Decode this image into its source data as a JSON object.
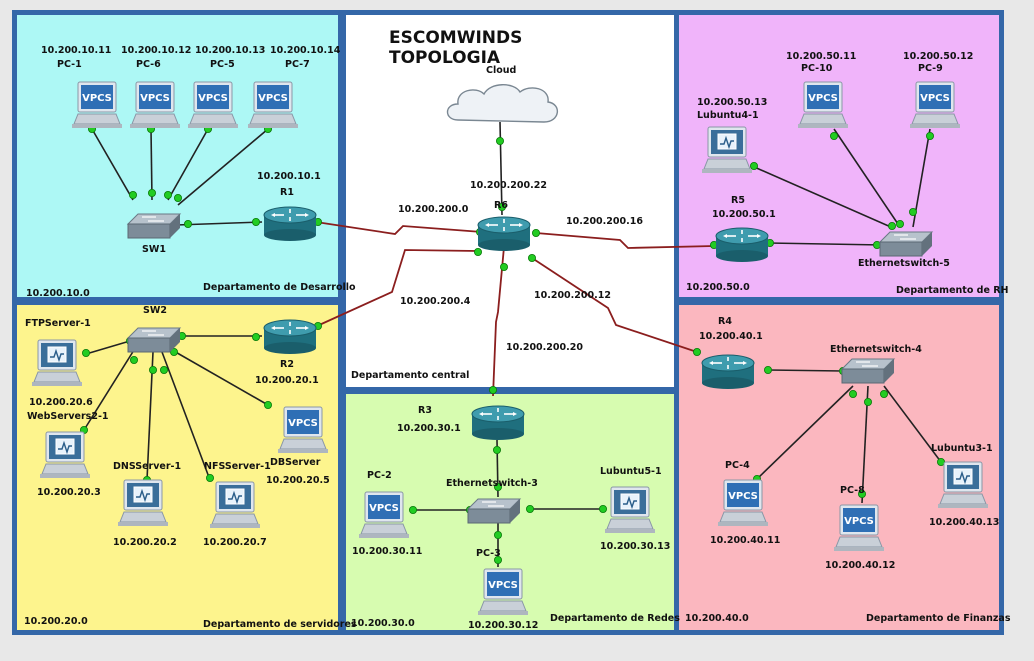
{
  "title": "ESCOMWINDS TOPOLOGIA",
  "colors": {
    "border": "#3467a8",
    "desarrollo": "#adf8f5",
    "central": "#ffffff",
    "rh": "#f0b4fa",
    "servidores": "#fdf48d",
    "redes": "#d7fcb0",
    "finanzas": "#fbb7bf",
    "link": "#222222",
    "serial": "#8b1e1e",
    "port": "#22cc22"
  },
  "zones": {
    "desarrollo": {
      "name": "Departamento de Desarrollo",
      "network": "10.200.10.0"
    },
    "central": {
      "name": "Departamento central"
    },
    "rh": {
      "name": "Departamento de RH",
      "network": "10.200.50.0"
    },
    "servidores": {
      "name": "Departamento de servidores",
      "network": "10.200.20.0"
    },
    "redes": {
      "name": "Departamento de Redes",
      "network": "10.200.30.0"
    },
    "finanzas": {
      "name": "Departamento de Finanzas",
      "network": "10.200.40.0"
    }
  },
  "devices": {
    "pc1": {
      "name": "PC-1",
      "ip": "10.200.10.11",
      "icon": "vpcs-icon",
      "badge": "VPCS"
    },
    "pc6": {
      "name": "PC-6",
      "ip": "10.200.10.12",
      "icon": "vpcs-icon",
      "badge": "VPCS"
    },
    "pc5": {
      "name": "PC-5",
      "ip": "10.200.10.13",
      "icon": "vpcs-icon",
      "badge": "VPCS"
    },
    "pc7": {
      "name": "PC-7",
      "ip": "10.200.10.14",
      "icon": "vpcs-icon",
      "badge": "VPCS"
    },
    "sw1": {
      "name": "SW1",
      "icon": "switch-icon"
    },
    "r1": {
      "name": "R1",
      "ip": "10.200.10.1",
      "icon": "router-icon"
    },
    "cloud": {
      "name": "Cloud",
      "icon": "cloud-icon"
    },
    "r6": {
      "name": "R6",
      "ip": "10.200.200.22",
      "icon": "router-icon"
    },
    "r5": {
      "name": "R5",
      "ip": "10.200.50.1",
      "icon": "router-icon"
    },
    "pc10": {
      "name": "PC-10",
      "ip": "10.200.50.11",
      "icon": "vpcs-icon",
      "badge": "VPCS"
    },
    "pc9": {
      "name": "PC-9",
      "ip": "10.200.50.12",
      "icon": "vpcs-icon",
      "badge": "VPCS"
    },
    "lubuntu4": {
      "name": "Lubuntu4-1",
      "ip": "10.200.50.13",
      "icon": "host-icon"
    },
    "esw5": {
      "name": "Ethernetswitch-5",
      "icon": "switch-icon"
    },
    "sw2": {
      "name": "SW2",
      "icon": "switch-icon"
    },
    "r2": {
      "name": "R2",
      "ip": "10.200.20.1",
      "icon": "router-icon"
    },
    "ftp": {
      "name": "FTPServer-1",
      "ip": "10.200.20.6",
      "icon": "host-icon"
    },
    "web": {
      "name": "WebServers2-1",
      "ip": "10.200.20.3",
      "icon": "host-icon"
    },
    "dns": {
      "name": "DNSServer-1",
      "ip": "10.200.20.2",
      "icon": "host-icon"
    },
    "nfs": {
      "name": "NFSServer-1",
      "ip": "10.200.20.7",
      "icon": "host-icon"
    },
    "db": {
      "name": "DBServer",
      "ip": "10.200.20.5",
      "icon": "vpcs-icon",
      "badge": "VPCS"
    },
    "r3": {
      "name": "R3",
      "ip": "10.200.30.1",
      "icon": "router-icon"
    },
    "esw3": {
      "name": "Ethernetswitch-3",
      "icon": "switch-icon"
    },
    "pc2": {
      "name": "PC-2",
      "ip": "10.200.30.11",
      "icon": "vpcs-icon",
      "badge": "VPCS"
    },
    "pc3": {
      "name": "PC-3",
      "ip": "10.200.30.12",
      "icon": "vpcs-icon",
      "badge": "VPCS"
    },
    "lubuntu5": {
      "name": "Lubuntu5-1",
      "ip": "10.200.30.13",
      "icon": "host-icon"
    },
    "r4": {
      "name": "R4",
      "ip": "10.200.40.1",
      "icon": "router-icon"
    },
    "esw4": {
      "name": "Ethernetswitch-4",
      "icon": "switch-icon"
    },
    "pc4": {
      "name": "PC-4",
      "ip": "10.200.40.11",
      "icon": "vpcs-icon",
      "badge": "VPCS"
    },
    "pc8": {
      "name": "PC-8",
      "ip": "10.200.40.12",
      "icon": "vpcs-icon",
      "badge": "VPCS"
    },
    "lubuntu3": {
      "name": "Lubuntu3-1",
      "ip": "10.200.40.13",
      "icon": "host-icon"
    }
  },
  "links": {
    "r6_r1": "10.200.200.0",
    "r6_r2": "10.200.200.4",
    "r6_r4": "10.200.200.12",
    "r6_r5": "10.200.200.16",
    "r6_r3": "10.200.200.20"
  }
}
